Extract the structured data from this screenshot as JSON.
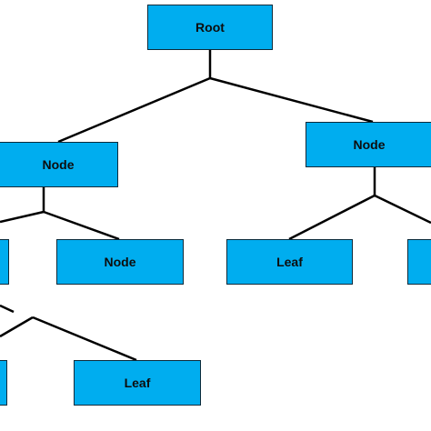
{
  "diagram": {
    "type": "tree",
    "node_color": "#00adef",
    "edge_color": "#000000",
    "nodes": [
      {
        "id": "root",
        "label": "Root"
      },
      {
        "id": "node-left",
        "label": "Node"
      },
      {
        "id": "node-right",
        "label": "Node"
      },
      {
        "id": "node-left-left",
        "label": ""
      },
      {
        "id": "node-left-right",
        "label": "Node"
      },
      {
        "id": "leaf-right-left",
        "label": "Leaf"
      },
      {
        "id": "leaf-right-right",
        "label": ""
      },
      {
        "id": "leaf-bottom-left",
        "label": ""
      },
      {
        "id": "leaf-bottom-right",
        "label": "Leaf"
      }
    ],
    "edges": [
      {
        "from": "root",
        "to": "node-left"
      },
      {
        "from": "root",
        "to": "node-right"
      },
      {
        "from": "node-left",
        "to": "node-left-left"
      },
      {
        "from": "node-left",
        "to": "node-left-right"
      },
      {
        "from": "node-right",
        "to": "leaf-right-left"
      },
      {
        "from": "node-right",
        "to": "leaf-right-right"
      },
      {
        "from": "node-left-left",
        "to": "leaf-bottom-left"
      },
      {
        "from": "node-left-left",
        "to": "leaf-bottom-right"
      }
    ]
  }
}
